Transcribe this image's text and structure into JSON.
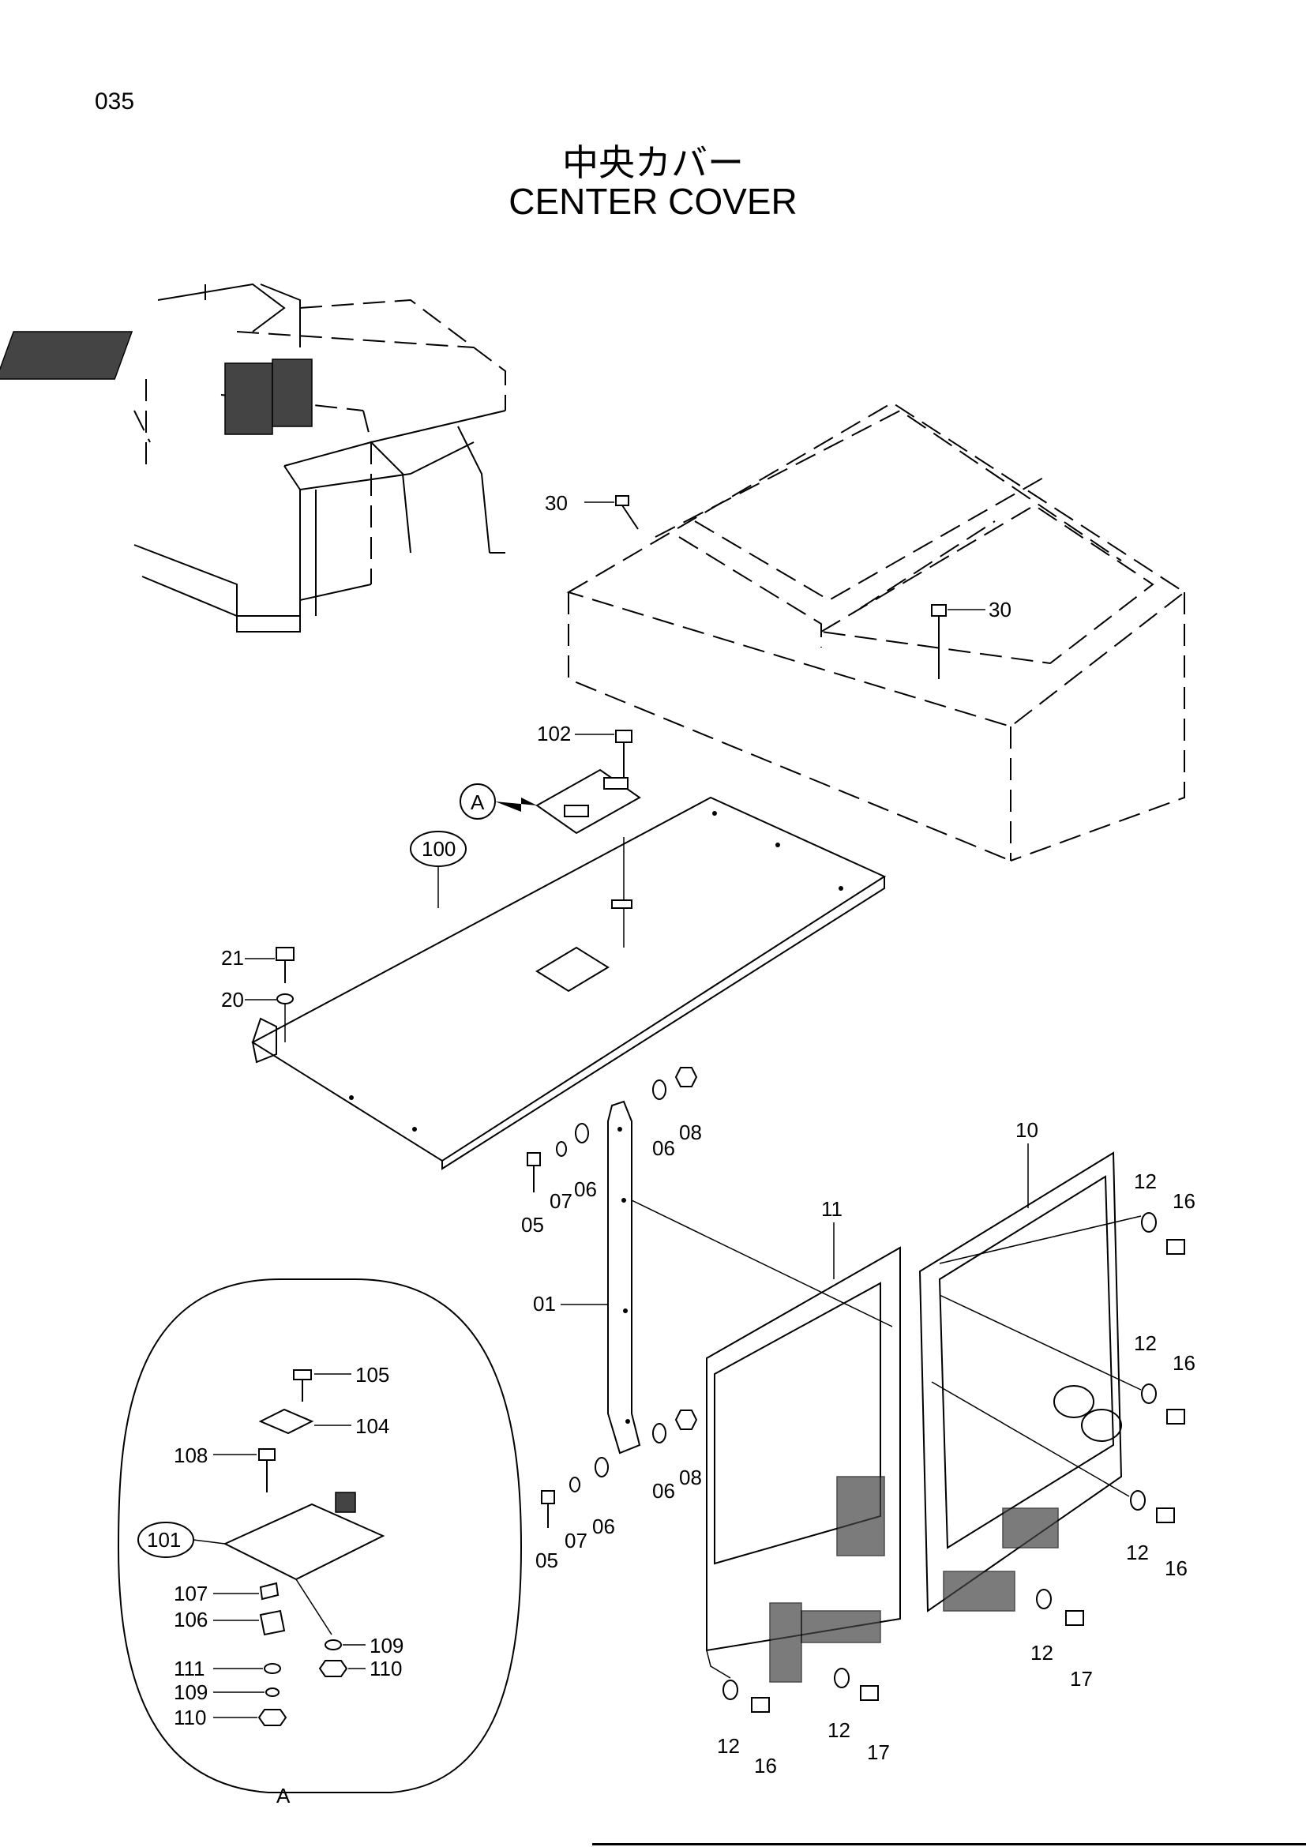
{
  "page_number": "035",
  "title_jp": "中央カバー",
  "title_en": "CENTER COVER",
  "callouts": {
    "c30a": "30",
    "c30b": "30",
    "c102": "102",
    "cA": "A",
    "c100": "100",
    "c21": "21",
    "c20": "20",
    "c01": "01",
    "c05a": "05",
    "c07a": "07",
    "c06a": "06",
    "c06b": "06",
    "c08a": "08",
    "c05b": "05",
    "c07b": "07",
    "c06c": "06",
    "c06d": "06",
    "c08b": "08",
    "c10": "10",
    "c11": "11",
    "c12a": "12",
    "c16a": "16",
    "c12b": "12",
    "c16b": "16",
    "c12c": "12",
    "c16c": "16",
    "c12d": "12",
    "c17a": "17",
    "c12e": "12",
    "c17b": "17",
    "c12f": "12",
    "c16d": "16",
    "c105": "105",
    "c104": "104",
    "c108": "108",
    "c101": "101",
    "c107": "107",
    "c106": "106",
    "c111": "111",
    "c109a": "109",
    "c110a": "110",
    "c109b": "109",
    "c110b": "110",
    "cDetailA": "A"
  }
}
